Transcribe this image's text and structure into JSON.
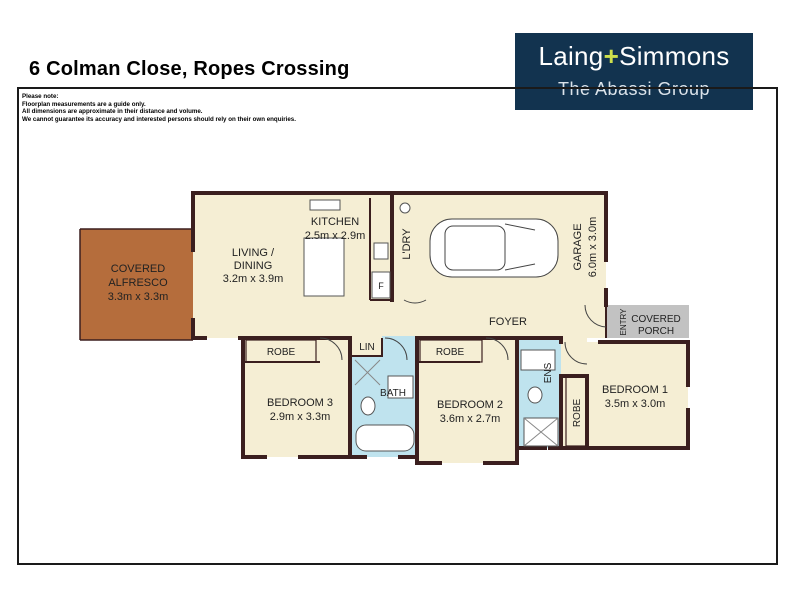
{
  "listing": {
    "address": "6 Colman Close, Ropes Crossing"
  },
  "disclaimer": {
    "lines": [
      "Please note:",
      "Floorplan measurements are a guide only.",
      "All dimensions are approximate in their distance and volume.",
      "We cannot guarantee its accuracy and interested persons should rely on their own enquiries."
    ]
  },
  "logo": {
    "brand_left": "Laing",
    "brand_plus": "+",
    "brand_right": "Simmons",
    "subtitle": "The Abassi Group"
  },
  "rooms": {
    "covered_alfresco": {
      "name_line1": "COVERED",
      "name_line2": "ALFRESCO",
      "size": "3.3m x 3.3m"
    },
    "living_dining": {
      "name_line1": "LIVING /",
      "name_line2": "DINING",
      "size": "3.2m x 3.9m"
    },
    "kitchen": {
      "name": "KITCHEN",
      "size": "2.5m x 2.9m"
    },
    "laundry": {
      "name": "L'DRY"
    },
    "fridge": {
      "label": "F"
    },
    "garage": {
      "name": "GARAGE",
      "size": "6.0m x 3.0m"
    },
    "foyer": {
      "name": "FOYER"
    },
    "entry": {
      "name": "ENTRY"
    },
    "covered_porch": {
      "name_line1": "COVERED",
      "name_line2": "PORCH"
    },
    "bedroom3": {
      "name": "BEDROOM 3",
      "size": "2.9m x 3.3m",
      "robe": "ROBE"
    },
    "linen": {
      "name": "LIN"
    },
    "bath": {
      "name": "BATH"
    },
    "bedroom2": {
      "name": "BEDROOM 2",
      "size": "3.6m x 2.7m",
      "robe": "ROBE"
    },
    "ensuite": {
      "name": "ENS"
    },
    "bedroom1": {
      "name": "BEDROOM 1",
      "size": "3.5m x 3.0m",
      "robe": "ROBE"
    }
  },
  "colors": {
    "floor": "#f5eed4",
    "wet_area": "#bfe3ee",
    "alfresco": "#b56d3c",
    "porch": "#c2c2c2",
    "wall": "#3b1f1f",
    "logo_bg": "#12334f",
    "logo_accent": "#cde04d"
  }
}
